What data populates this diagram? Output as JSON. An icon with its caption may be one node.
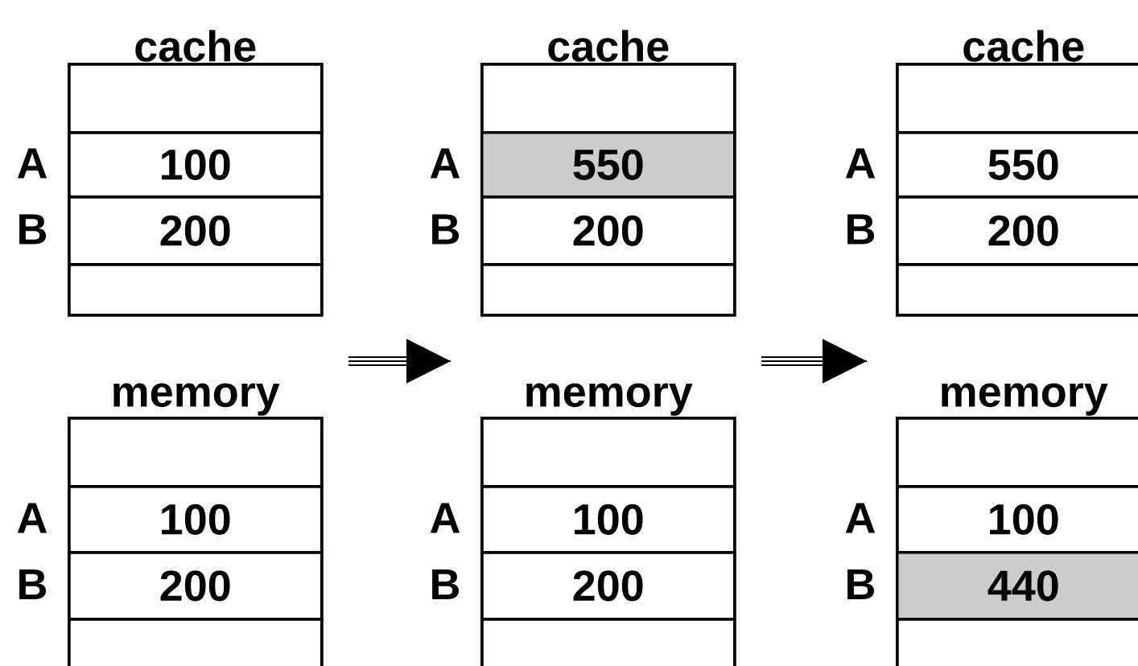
{
  "diagram": {
    "nodes": [
      {
        "text": [
          "cache"
        ]
      },
      {
        "text": [],
        "shape": "box",
        "in": 0
      },
      {
        "text": [
          "100"
        ],
        "in": 0
      },
      {
        "text": [
          "200"
        ],
        "in": 0
      },
      {
        "text": [],
        "shape": "box",
        "in": 0
      },
      {
        "text": [
          "cache"
        ]
      },
      {
        "text": [],
        "shape": "box",
        "in": 5
      },
      {
        "text": [
          "550"
        ],
        "in": 5
      },
      {
        "text": [
          "200"
        ],
        "in": 5
      },
      {
        "text": [],
        "shape": "box",
        "in": 5
      },
      {
        "text": [
          "cache"
        ]
      },
      {
        "text": [],
        "shape": "box",
        "in": 10
      },
      {
        "text": [
          "550"
        ],
        "in": 10
      },
      {
        "text": [
          "200"
        ],
        "in": 10
      },
      {
        "text": [],
        "shape": "box",
        "in": 10
      },
      {
        "text": [
          "memory"
        ]
      },
      {
        "text": [],
        "shape": "box",
        "in": 15
      },
      {
        "text": [
          "100"
        ],
        "in": 15
      },
      {
        "text": [
          "200"
        ],
        "in": 15
      },
      {
        "text": [],
        "shape": "box",
        "in": 15
      },
      {
        "text": [
          "memory"
        ]
      },
      {
        "text": [],
        "shape": "box",
        "in": 20
      },
      {
        "text": [
          "100"
        ],
        "in": 20
      },
      {
        "text": [
          "200"
        ],
        "in": 20
      },
      {
        "text": [],
        "shape": "box",
        "in": 20
      },
      {
        "text": [
          "memory"
        ]
      },
      {
        "text": [],
        "shape": "box",
        "in": 25
      },
      {
        "text": [
          "100"
        ],
        "in": 25
      },
      {
        "text": [
          "440"
        ],
        "in": 25
      },
      {
        "text": [],
        "shape": "box",
        "in": 25
      }
    ],
    "labels": [
      "A",
      "B",
      "A",
      "B",
      "A",
      "B",
      "A",
      "B",
      "A",
      "B",
      "A",
      "B"
    ]
  }
}
